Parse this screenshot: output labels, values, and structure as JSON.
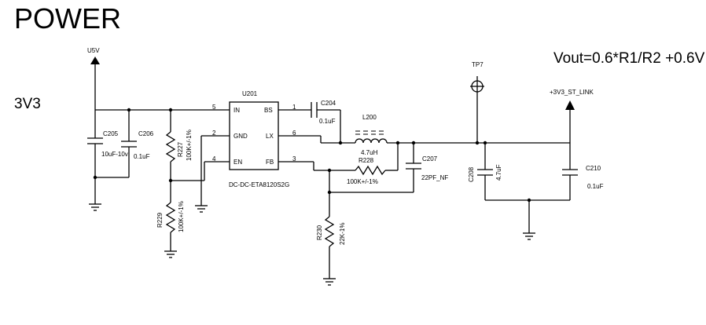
{
  "title": "POWER",
  "rail_label": "3V3",
  "formula": "Vout=0.6*R1/R2 +0.6V",
  "nets": {
    "input": "U5V",
    "output": "+3V3_ST_LINK",
    "testpoint": "TP7"
  },
  "ic": {
    "ref": "U201",
    "part": "DC-DC-ETA8120S2G",
    "pins": [
      {
        "num": "5",
        "name": "IN"
      },
      {
        "num": "2",
        "name": "GND"
      },
      {
        "num": "4",
        "name": "EN"
      },
      {
        "num": "1",
        "name": "BS"
      },
      {
        "num": "6",
        "name": "LX"
      },
      {
        "num": "3",
        "name": "FB"
      }
    ]
  },
  "components": {
    "c205": {
      "ref": "C205",
      "value": "10uF-10v"
    },
    "c206": {
      "ref": "C206",
      "value": "0.1uF"
    },
    "r227": {
      "ref": "R227",
      "value": "100K+/-1%"
    },
    "r229": {
      "ref": "R229",
      "value": "100K+/-1%"
    },
    "c204": {
      "ref": "C204",
      "value": "0.1uF"
    },
    "l200": {
      "ref": "L200",
      "value": "4.7uH"
    },
    "r228": {
      "ref": "R228",
      "value": "100K+/-1%"
    },
    "c207": {
      "ref": "C207",
      "value": "22PF_NF"
    },
    "r230": {
      "ref": "R230",
      "value": "22K-1%"
    },
    "c208": {
      "ref": "C208",
      "value": "4.7uF"
    },
    "c210": {
      "ref": "C210",
      "value": "0.1uF"
    }
  }
}
